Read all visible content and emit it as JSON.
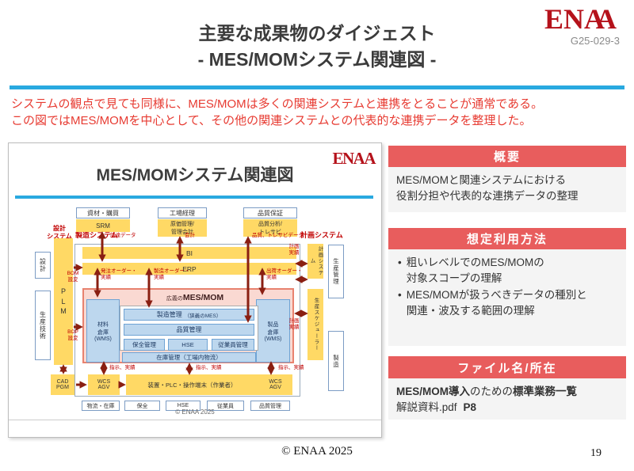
{
  "theme": {
    "accent_blue": "#29A9E0",
    "accent_red": "#E85D5D",
    "logo_red": "#B5121B",
    "arrow_maroon": "#8A1F12",
    "box_yellow": "#FFD965",
    "box_blue": "#BDD7EE",
    "mes_pink": "#FAD9D2"
  },
  "page": {
    "title_line1": "主要な成果物のダイジェスト",
    "title_line2": "- MES/MOMシステム関連図 -",
    "logo": {
      "part1": "EN",
      "part2": "A",
      "part3": "A"
    },
    "doc_number": "G25-029-3",
    "intro_line1": "システムの観点で見ても同様に、MES/MOMは多くの関連システムと連携をとることが通常である。",
    "intro_line2": "この図ではMES/MOMを中心として、その他の関連システムとの代表的な連携データを整理した。",
    "footer_copyright": "© ENAA 2025",
    "footer_page": "19"
  },
  "diagram": {
    "logo": "ENAA",
    "title": "MES/MOMシステム関連図",
    "copyright": "© ENAA 2025",
    "groups": {
      "design": "設計\nシステム",
      "manufacturing": "製造システム",
      "planning": "計画システム"
    },
    "top_columns": [
      {
        "box": "資材・購買",
        "system": "SRM",
        "data_label": "調達データ"
      },
      {
        "box": "工場経理",
        "system": "原価管理/\n管理会計",
        "data_label": "会計"
      },
      {
        "box": "品質保証",
        "system": "品質分析/\nトレサビ",
        "data_label": "品質、トレサビデータ"
      }
    ],
    "bars": {
      "bi": "BI",
      "erp": "ERP"
    },
    "left": {
      "design": "設計",
      "production_engineering": "生産技術",
      "plm": "P\nL\nM",
      "cad": "CAD\nPGM"
    },
    "right": {
      "planning": "計画システム",
      "scheduler": "生産スケジューラー",
      "production_management": "生産管理",
      "manufacturing": "製造"
    },
    "mes": {
      "title_prefix": "広義の",
      "title": "MES/MOM",
      "production": "製造管理",
      "production_sub": "（狭義のMES）",
      "quality": "品質管理",
      "maintenance": "保全管理",
      "hse": "HSE",
      "workforce": "従業員管理",
      "inventory": "在庫管理（工場内物流）",
      "warehouse_material": "材料\n倉庫\n(WMS)",
      "warehouse_product": "製品\n倉庫\n(WMS)"
    },
    "field": {
      "wcs_left": "WCS\nAGV",
      "equipment": "装置・PLC・操作端末（作業者）",
      "wcs_right": "WCS\nAGV"
    },
    "bottom_boxes": [
      "物流・在庫",
      "保全",
      "HSE",
      "従業員",
      "品質管理"
    ],
    "flow_labels": {
      "bom": "BOM\n設変",
      "bop": "BOP\n設変",
      "purchase_order": "発注オーダー・\n実績",
      "production_order": "製造オーダー・\n実績",
      "shipping_order": "出荷オーダー・\n実績",
      "plan_top": "計画\n実績",
      "plan_bottom": "計画\n実績",
      "instruction_left": "指示、実績",
      "instruction_center": "指示、実績",
      "instruction_right": "指示、実績"
    }
  },
  "sidebar": {
    "overview": {
      "title": "概要",
      "body": "MES/MOMと関連システムにおける\n役割分担や代表的な連携データの整理"
    },
    "usage": {
      "title": "想定利用方法",
      "bullets": [
        "粗いレベルでのMES/MOMの\n対象スコープの理解",
        "MES/MOMが扱うべきデータの種別と\n関連・波及する範囲の理解"
      ]
    },
    "file": {
      "title": "ファイル名/所在",
      "l1a": "MES/MOM導入",
      "l1b": "のための",
      "l1c": "標準業務一覧",
      "l2a": "解説資料.pdf",
      "l2b": "P8"
    }
  }
}
